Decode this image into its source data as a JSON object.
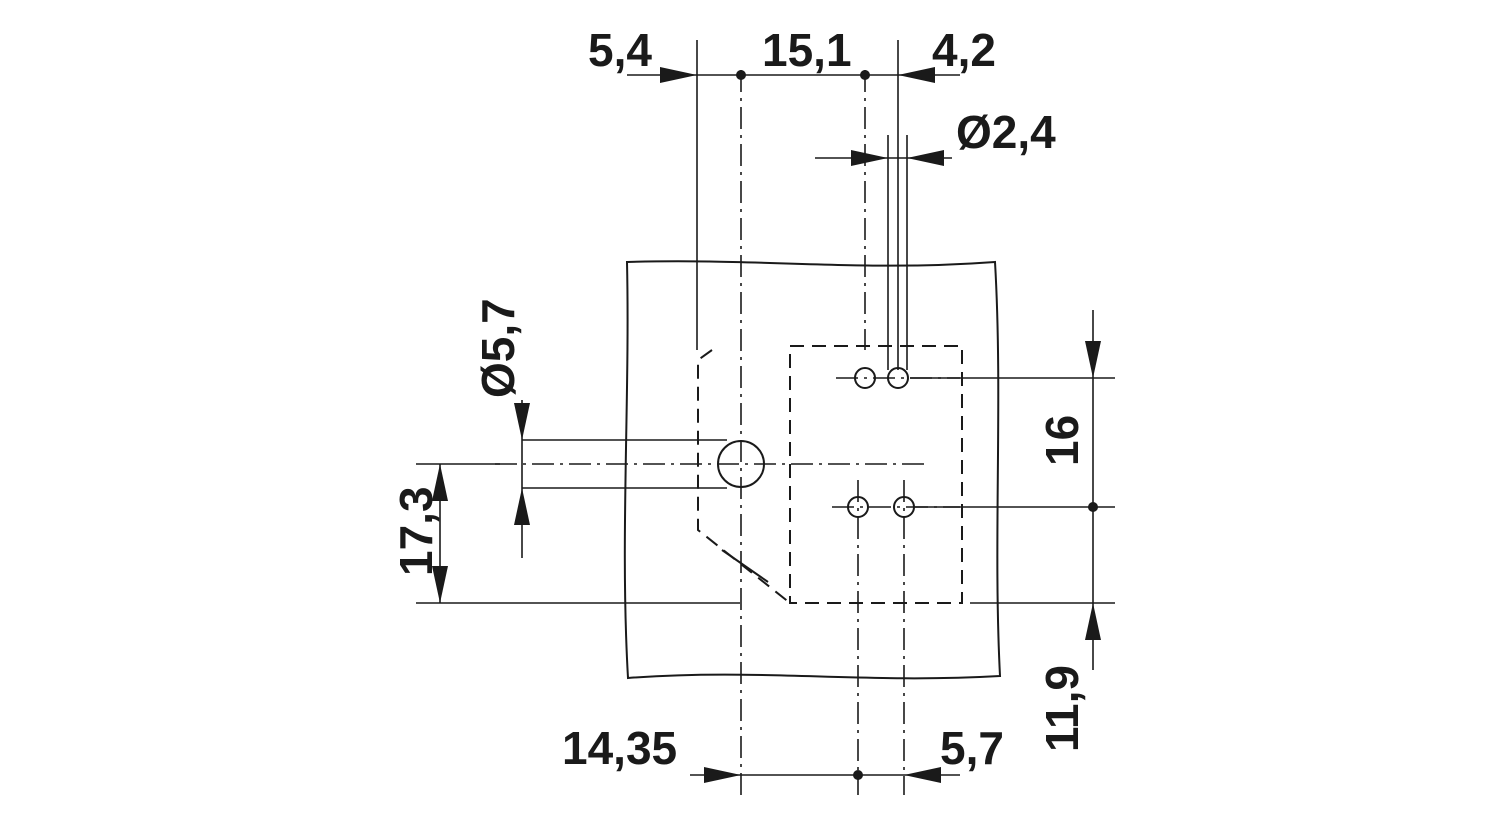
{
  "dimensions": {
    "top_left": "5,4",
    "top_center": "15,1",
    "top_right": "4,2",
    "pin_diameter": "Ø2,4",
    "hole_diameter": "Ø5,7",
    "left_height": "17,3",
    "right_height": "16",
    "right_bottom": "11,9",
    "bottom_left": "14,35",
    "bottom_right": "5,7"
  }
}
